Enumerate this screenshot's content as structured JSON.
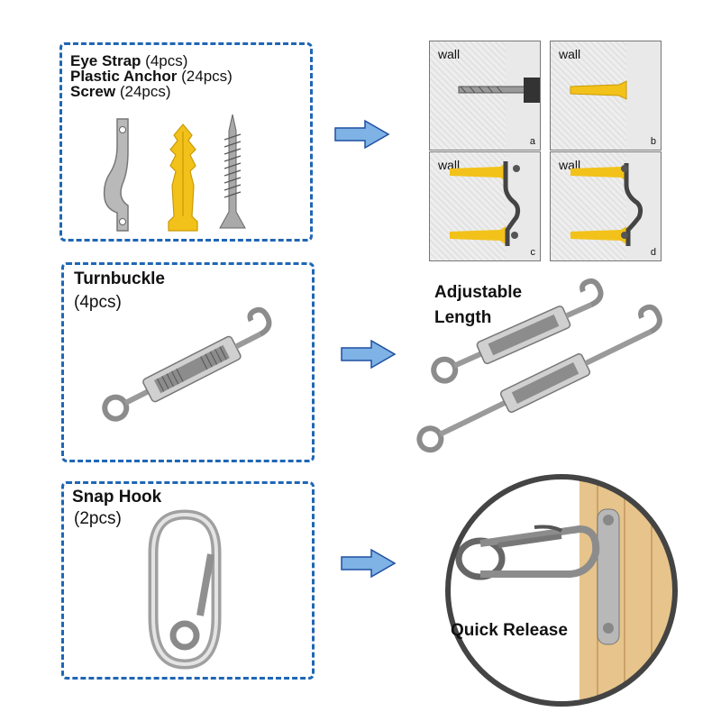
{
  "section1": {
    "items": [
      {
        "name": "Eye Strap",
        "qty": "(4pcs)"
      },
      {
        "name": "Plastic Anchor",
        "qty": "(24pcs)"
      },
      {
        "name": "Screw",
        "qty": "(24pcs)"
      }
    ],
    "tiles": [
      {
        "wall": "wall",
        "letter": "a"
      },
      {
        "wall": "wall",
        "letter": "b"
      },
      {
        "wall": "wall",
        "letter": "c"
      },
      {
        "wall": "wall",
        "letter": "d"
      }
    ]
  },
  "section2": {
    "name": "Turnbuckle",
    "qty": "(4pcs)",
    "caption_line1": "Adjustable",
    "caption_line2": "Length"
  },
  "section3": {
    "name": "Snap Hook",
    "qty": "(2pcs)",
    "caption": "Quick Release"
  },
  "colors": {
    "border": "#1f66b5",
    "arrow": "#7fb2e5",
    "anchor": "#f2c21a"
  }
}
